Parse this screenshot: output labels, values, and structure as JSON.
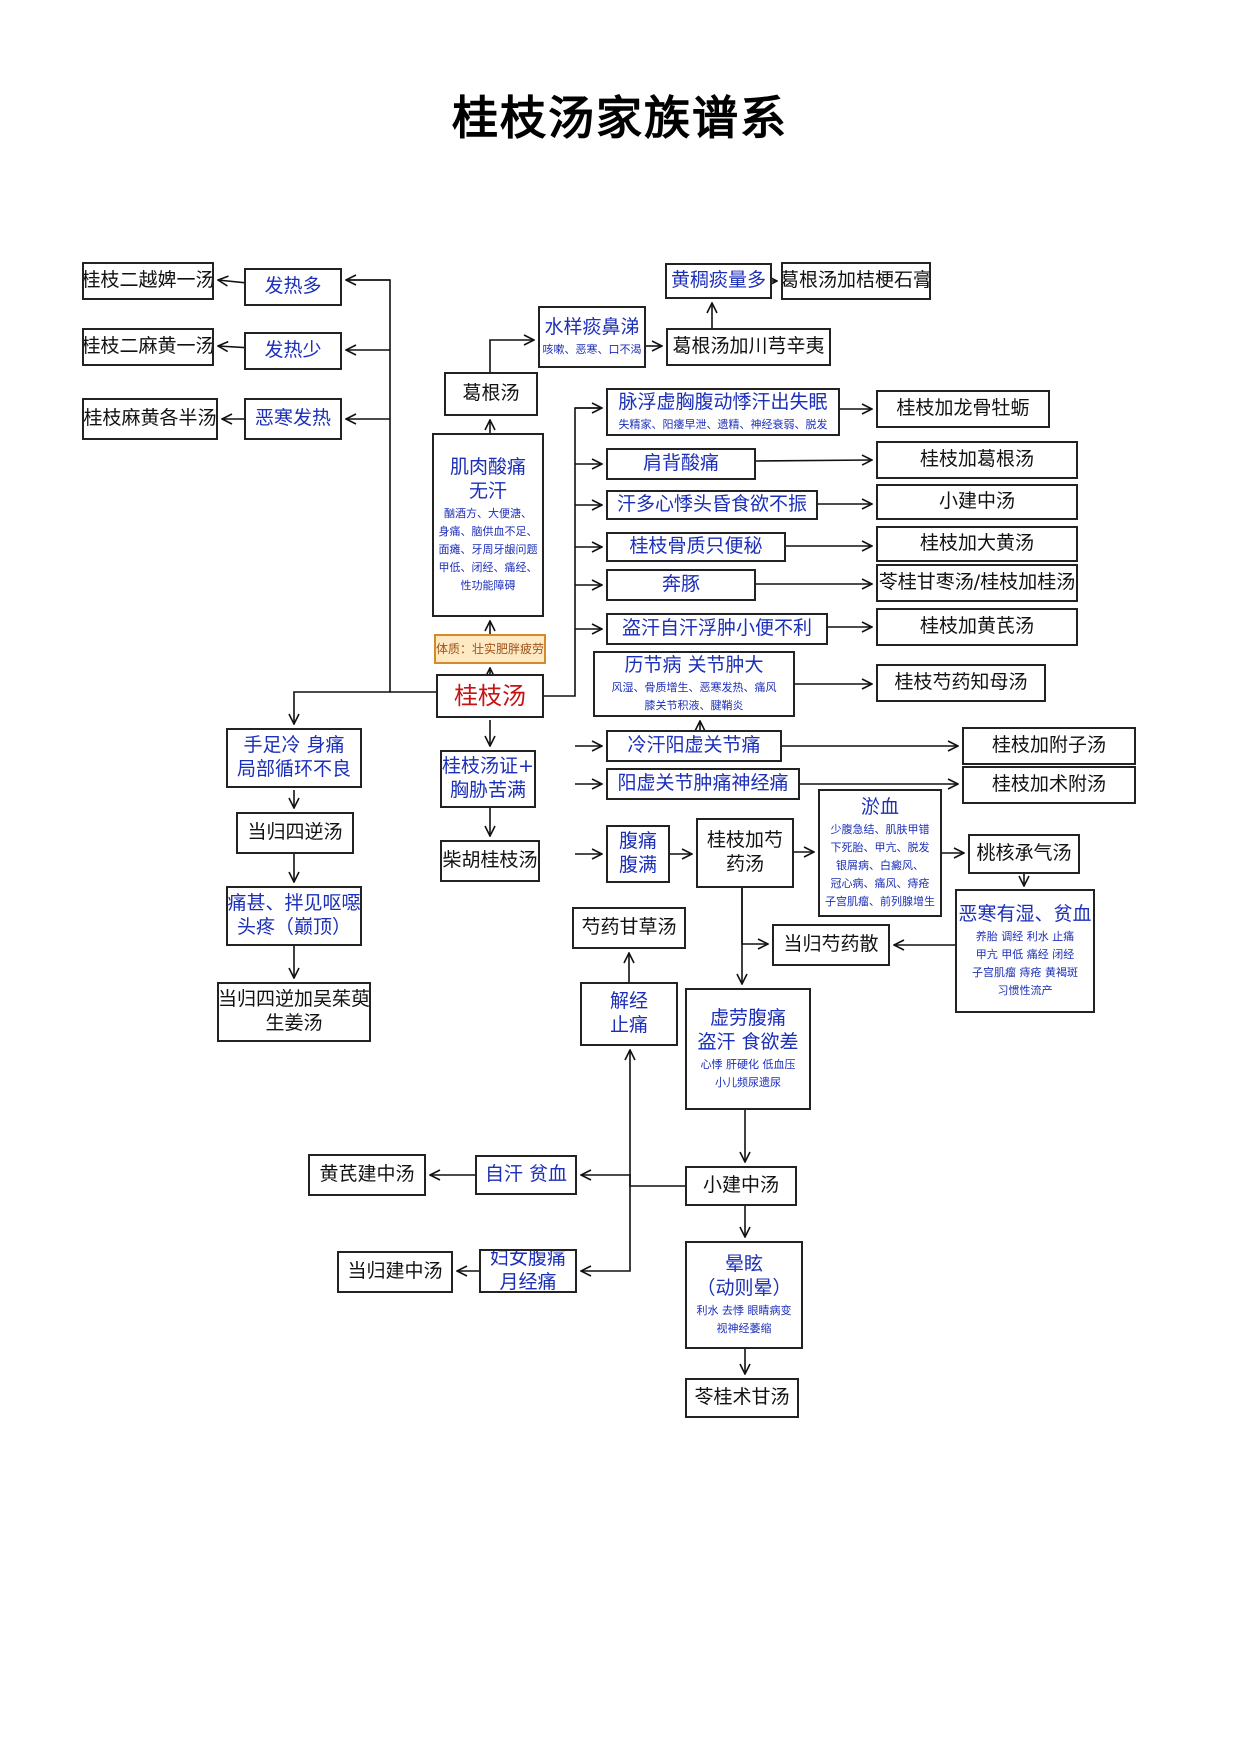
{
  "title": "桂枝汤家族谱系",
  "nodes": [
    {
      "id": "n1",
      "text": "桂枝二越婢一汤",
      "style": "black"
    },
    {
      "id": "n2",
      "text": "发热多",
      "style": "blue"
    },
    {
      "id": "n3",
      "text": "桂枝二麻黄一汤",
      "style": "black"
    },
    {
      "id": "n4",
      "text": "发热少",
      "style": "blue"
    },
    {
      "id": "n5",
      "text": "桂枝麻黄各半汤",
      "style": "black"
    },
    {
      "id": "n6",
      "text": "恶寒发热",
      "style": "blue"
    },
    {
      "id": "n7",
      "text": "葛根汤",
      "style": "black"
    },
    {
      "id": "n8",
      "text": "水样痰鼻涕",
      "sub": [
        "咳嗽、恶寒、口不渴"
      ],
      "style": "blue"
    },
    {
      "id": "n9",
      "text": "黄稠痰量多",
      "style": "blue"
    },
    {
      "id": "n10",
      "text": "葛根汤加桔梗石膏",
      "style": "black"
    },
    {
      "id": "n11",
      "text": "葛根汤加川芎辛夷",
      "style": "black"
    },
    {
      "id": "n12",
      "text": "肌肉酸痛",
      "text2": "无汗",
      "sub": [
        "酗酒方、大便溏、",
        "身痛、脑供血不足、",
        "面瘫、牙周牙龈问题",
        "甲低、闭经、痛经、",
        "性功能障碍"
      ],
      "style": "blue"
    },
    {
      "id": "n13",
      "text": "体质：壮实肥胖疲劳",
      "style": "tag"
    },
    {
      "id": "n14",
      "text": "桂枝汤",
      "style": "red"
    },
    {
      "id": "n15",
      "text": "桂枝汤证+",
      "text2": "胸胁苦满",
      "style": "blue"
    },
    {
      "id": "n16",
      "text": "柴胡桂枝汤",
      "style": "black"
    },
    {
      "id": "n17",
      "text": "手足冷  身痛",
      "text2": "局部循环不良",
      "style": "blue"
    },
    {
      "id": "n18",
      "text": "当归四逆汤",
      "style": "black"
    },
    {
      "id": "n19",
      "text": "痛甚、拌见呕噁",
      "text2": "头疼（巅顶）",
      "style": "blue"
    },
    {
      "id": "n20",
      "text": "当归四逆加吴茱萸",
      "text2": "生姜汤",
      "style": "black"
    },
    {
      "id": "n21",
      "text": "脉浮虚胸腹动悸汗出失眠",
      "sub": [
        "失精家、阳痿早泄、遗精、神经衰弱、脱发"
      ],
      "style": "blue"
    },
    {
      "id": "n22",
      "text": "桂枝加龙骨牡蛎",
      "style": "black"
    },
    {
      "id": "n23",
      "text": "肩背酸痛",
      "style": "blue"
    },
    {
      "id": "n24",
      "text": "桂枝加葛根汤",
      "style": "black"
    },
    {
      "id": "n25",
      "text": "汗多心悸头昏食欲不振",
      "style": "blue"
    },
    {
      "id": "n26",
      "text": "小建中汤",
      "style": "black"
    },
    {
      "id": "n27",
      "text": "桂枝骨质只便秘",
      "style": "blue"
    },
    {
      "id": "n28",
      "text": "桂枝加大黄汤",
      "style": "black"
    },
    {
      "id": "n29",
      "text": "奔豚",
      "style": "blue"
    },
    {
      "id": "n30",
      "text": "苓桂甘枣汤/桂枝加桂汤",
      "style": "black"
    },
    {
      "id": "n31",
      "text": "盗汗自汗浮肿小便不利",
      "style": "blue"
    },
    {
      "id": "n32",
      "text": "桂枝加黄芪汤",
      "style": "black"
    },
    {
      "id": "n33",
      "text": "历节病  关节肿大",
      "sub": [
        "风湿、骨质增生、恶寒发热、痛风",
        "膝关节积液、腱鞘炎"
      ],
      "style": "blue"
    },
    {
      "id": "n34",
      "text": "桂枝芍药知母汤",
      "style": "black"
    },
    {
      "id": "n35",
      "text": "冷汗阳虚关节痛",
      "style": "blue"
    },
    {
      "id": "n36",
      "text": "桂枝加附子汤",
      "style": "black"
    },
    {
      "id": "n37",
      "text": "阳虚关节肿痛神经痛",
      "style": "blue"
    },
    {
      "id": "n38",
      "text": "桂枝加术附汤",
      "style": "black"
    },
    {
      "id": "n39",
      "text": "腹痛",
      "text2": "腹满",
      "style": "blue"
    },
    {
      "id": "n40",
      "text": "桂枝加芍",
      "text2": "药汤",
      "style": "black"
    },
    {
      "id": "n41",
      "text": "淤血",
      "sub": [
        "少腹急结、肌肤甲错",
        "下死胎、甲亢、脱发",
        "银屑病、白癜风、",
        "冠心病、痛风、痔疮",
        "子宫肌瘤、前列腺增生"
      ],
      "style": "blue"
    },
    {
      "id": "n42",
      "text": "桃核承气汤",
      "style": "black"
    },
    {
      "id": "n43",
      "text": "恶寒有湿、贫血",
      "sub": [
        "养胎 调经 利水 止痛",
        "甲亢 甲低 痛经 闭经",
        "子宫肌瘤 痔疮 黄褐斑",
        "习惯性流产"
      ],
      "style": "blue"
    },
    {
      "id": "n44",
      "text": "当归芍药散",
      "style": "black"
    },
    {
      "id": "n45",
      "text": "芍药甘草汤",
      "style": "black"
    },
    {
      "id": "n46",
      "text": "解经",
      "text2": "止痛",
      "style": "blue"
    },
    {
      "id": "n47",
      "text": "虚劳腹痛",
      "text2": "盗汗  食欲差",
      "sub": [
        "心悸 肝硬化 低血压",
        "小儿频尿遗尿"
      ],
      "style": "blue"
    },
    {
      "id": "n48",
      "text": "小建中汤",
      "style": "black"
    },
    {
      "id": "n49",
      "text": "自汗  贫血",
      "style": "blue"
    },
    {
      "id": "n50",
      "text": "黄芪建中汤",
      "style": "black"
    },
    {
      "id": "n51",
      "text": "妇女腹痛",
      "text2": "月经痛",
      "style": "blue"
    },
    {
      "id": "n52",
      "text": "当归建中汤",
      "style": "black"
    },
    {
      "id": "n53",
      "text": "晕眩",
      "text2": "（动则晕）",
      "sub": [
        "利水 去悸 眼睛病变",
        "视神经萎缩"
      ],
      "style": "blue"
    },
    {
      "id": "n54",
      "text": "苓桂术甘汤",
      "style": "black"
    }
  ],
  "edges": [
    [
      "n2",
      "n1"
    ],
    [
      "n4",
      "n3"
    ],
    [
      "n6",
      "n5"
    ],
    [
      "n14",
      "n2"
    ],
    [
      "n14",
      "n4"
    ],
    [
      "n14",
      "n6"
    ],
    [
      "n14",
      "n17"
    ],
    [
      "n17",
      "n18"
    ],
    [
      "n18",
      "n19"
    ],
    [
      "n19",
      "n20"
    ],
    [
      "n14",
      "n15"
    ],
    [
      "n15",
      "n16"
    ],
    [
      "n14",
      "n13"
    ],
    [
      "n13",
      "n12"
    ],
    [
      "n12",
      "n7"
    ],
    [
      "n7",
      "n8"
    ],
    [
      "n8",
      "n11"
    ],
    [
      "n11",
      "n9"
    ],
    [
      "n9",
      "n10"
    ],
    [
      "n14",
      "n21"
    ],
    [
      "n14",
      "n23"
    ],
    [
      "n14",
      "n25"
    ],
    [
      "n14",
      "n27"
    ],
    [
      "n14",
      "n29"
    ],
    [
      "n14",
      "n31"
    ],
    [
      "n14",
      "n35"
    ],
    [
      "n14",
      "n37"
    ],
    [
      "n14",
      "n39"
    ],
    [
      "n21",
      "n22"
    ],
    [
      "n23",
      "n24"
    ],
    [
      "n25",
      "n26"
    ],
    [
      "n27",
      "n28"
    ],
    [
      "n29",
      "n30"
    ],
    [
      "n31",
      "n32"
    ],
    [
      "n33",
      "n34"
    ],
    [
      "n35",
      "n33"
    ],
    [
      "n35",
      "n36"
    ],
    [
      "n37",
      "n38"
    ],
    [
      "n39",
      "n40"
    ],
    [
      "n40",
      "n41"
    ],
    [
      "n41",
      "n42"
    ],
    [
      "n42",
      "n43"
    ],
    [
      "n43",
      "n44"
    ],
    [
      "n40",
      "n44"
    ],
    [
      "n40",
      "n47"
    ],
    [
      "n47",
      "n48"
    ],
    [
      "n48",
      "n49"
    ],
    [
      "n48",
      "n51"
    ],
    [
      "n48",
      "n46"
    ],
    [
      "n49",
      "n50"
    ],
    [
      "n51",
      "n52"
    ],
    [
      "n46",
      "n45"
    ],
    [
      "n48",
      "n53"
    ],
    [
      "n53",
      "n54"
    ]
  ]
}
